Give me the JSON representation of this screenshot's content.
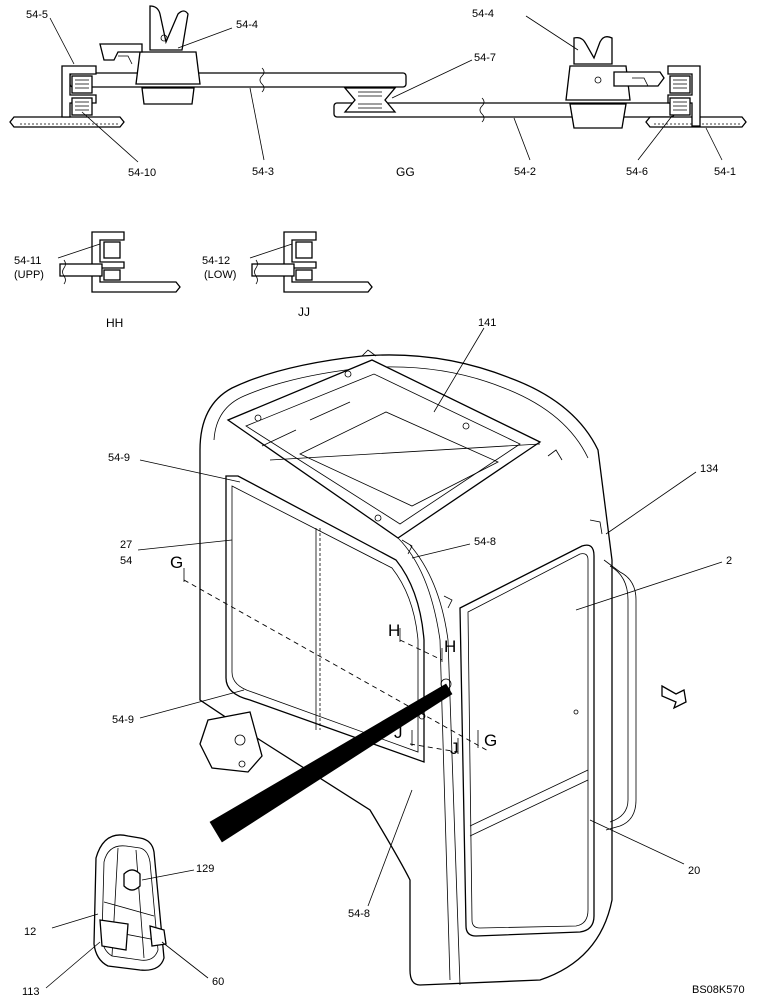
{
  "drawing_id": "BS08K570",
  "sections": {
    "gg": "GG",
    "hh": "HH",
    "jj": "JJ"
  },
  "markers": {
    "g": "G",
    "h": "H",
    "j": "J"
  },
  "callouts": {
    "c54_5": "54-5",
    "c54_4a": "54-4",
    "c54_4b": "54-4",
    "c54_7": "54-7",
    "c54_10": "54-10",
    "c54_3": "54-3",
    "c54_2": "54-2",
    "c54_6": "54-6",
    "c54_1": "54-1",
    "c54_11": "54-11",
    "upp": "(UPP)",
    "c54_12": "54-12",
    "low": "(LOW)",
    "c141": "141",
    "c54_9a": "54-9",
    "c27": "27",
    "c54": "54",
    "c54_8a": "54-8",
    "c134": "134",
    "c2": "2",
    "c54_9b": "54-9",
    "c20": "20",
    "c54_8b": "54-8",
    "c129": "129",
    "c12": "12",
    "c113": "113",
    "c60": "60"
  }
}
